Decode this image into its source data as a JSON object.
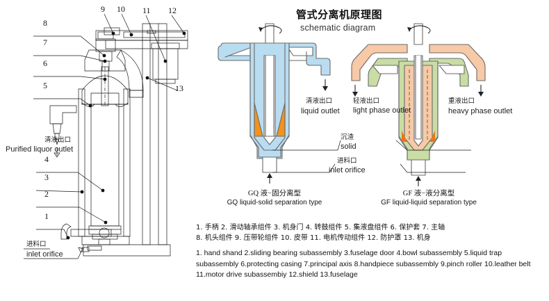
{
  "title": {
    "cn": "管式分离机原理图",
    "en": "schematic diagram"
  },
  "left_drawing": {
    "name": "tubular separator assembly cross-section",
    "callouts": [
      "1",
      "2",
      "3",
      "4",
      "5",
      "6",
      "7",
      "8",
      "9",
      "10",
      "11",
      "12",
      "13"
    ],
    "labels": [
      {
        "cn": "清液出口",
        "en": "Purified liquor outlet"
      },
      {
        "cn": "进料口",
        "en": "inlet orifice"
      }
    ]
  },
  "schematics": {
    "gq": {
      "caption_cn": "GQ 液−固分离型",
      "caption_en": "GQ liquid-solid separation type",
      "outlet_cn": "清液出口",
      "outlet_en": "liquid outlet",
      "liquid_color": "#b9dcf0",
      "solid_color": "#f3921e"
    },
    "gf": {
      "caption_cn": "GF 液−液分离型",
      "caption_en": "GF liquid-liquid separation type",
      "light_cn": "轻液出口",
      "light_en": "light phase outlet",
      "heavy_cn": "重液出口",
      "heavy_en": "heavy phase outlet",
      "light_color": "#f7c9a6",
      "heavy_color": "#c9dda4",
      "solid_color": "#e8761a"
    },
    "shared_labels": {
      "solid_cn": "沉渣",
      "solid_en": "solid",
      "inlet_cn": "进料口",
      "inlet_en": "inlet orifice"
    }
  },
  "legend": {
    "cn_line1": "1. 手柄  2. 滑动轴承组件  3. 机身门  4. 转鼓组件  5. 集液盘组件  6. 保护套 7. 主轴",
    "cn_line2": "8. 机头组件 9. 压带轮组件  10. 皮带  11. 电机传动组件   12. 防护罩  13. 机身",
    "en_text": "1. hand shand   2.sliding bearing subassembly   3.fuselage door    4.bowl subassembly    5.liquid trap subassembly   6.protecting casing  7.principal axis   8.handpiece subassembly 9.pinch roller    10.leather belt    11.motor drive subassembiy    12.shield 13.fuselage"
  }
}
